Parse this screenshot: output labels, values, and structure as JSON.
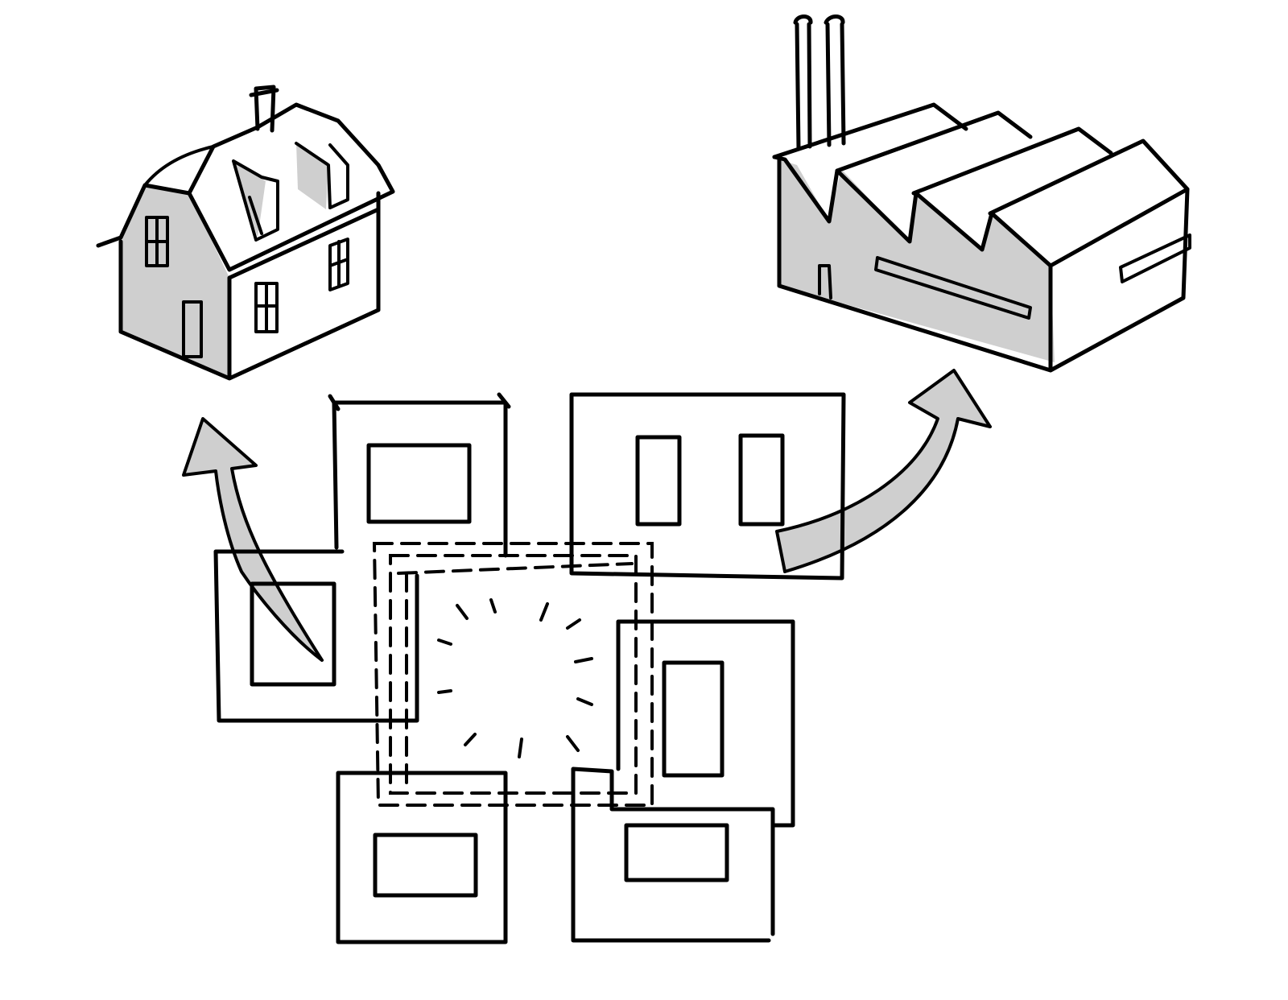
{
  "diagram": {
    "labels": [],
    "colors": {
      "background": "#ffffff",
      "ink": "#000000",
      "fill_gray": "#cfcfcf"
    },
    "elements": [
      {
        "kind": "house",
        "icon": "house-icon"
      },
      {
        "kind": "factory",
        "icon": "factory-icon"
      },
      {
        "kind": "arrow-to-house",
        "icon": "curved-arrow-icon"
      },
      {
        "kind": "arrow-to-factory",
        "icon": "curved-arrow-icon"
      },
      {
        "kind": "central-dashed-court",
        "icon": "courtyard-icon"
      },
      {
        "kind": "floor-plan-blocks",
        "count": 6
      }
    ]
  }
}
